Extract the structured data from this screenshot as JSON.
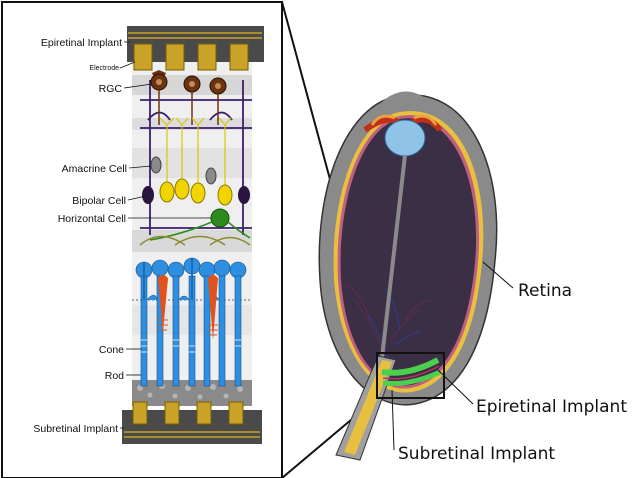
{
  "left_panel": {
    "labels": {
      "epiretinal_implant": "Epiretinal Implant",
      "electrode": "Electrode",
      "rgc": "RGC",
      "amacrine_cell": "Amacrine Cell",
      "bipolar_cell": "Bipolar Cell",
      "horizontal_cell": "Horizontal Cell",
      "cone": "Cone",
      "rod": "Rod",
      "subretinal_implant": "Subretinal Implant"
    }
  },
  "right_panel": {
    "labels": {
      "retina": "Retina",
      "epiretinal_implant": "Epiretinal Implant",
      "subretinal_implant": "Subretinal Implant"
    }
  },
  "colors": {
    "implant": "#4a4a4a",
    "electrode": "#c9a227",
    "rgc": "#6b3410",
    "bipolar": "#f2d400",
    "cone_rod": "#2e8fe0",
    "cone_core": "#e0531e",
    "horizontal": "#2e8b1e",
    "eye_interior": "#3a2f45",
    "lens": "#8fc4e8",
    "optic_nerve": "#e8c040",
    "epi_implant_band": "#4ccf4c"
  }
}
